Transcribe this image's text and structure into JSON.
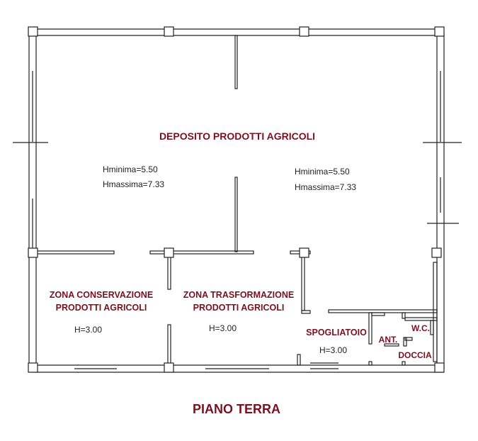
{
  "title": "PIANO TERRA",
  "rooms": {
    "deposito": {
      "name": "DEPOSITO PRODOTTI AGRICOLI",
      "left": {
        "hmin": "Hminima=5.50",
        "hmax": "Hmassima=7.33"
      },
      "right": {
        "hmin": "Hminima=5.50",
        "hmax": "Hmassima=7.33"
      }
    },
    "conservazione": {
      "line1": "ZONA CONSERVAZIONE",
      "line2": "PRODOTTI AGRICOLI",
      "height": "H=3.00"
    },
    "trasformazione": {
      "line1": "ZONA TRASFORMAZIONE",
      "line2": "PRODOTTI AGRICOLI",
      "height": "H=3.00"
    },
    "spogliatoio": {
      "name": "SPOGLIATOIO",
      "height": "H=3.00"
    },
    "ant": {
      "name": "ANT."
    },
    "wc": {
      "name": "W.C."
    },
    "doccia": {
      "name": "DOCCIA"
    }
  },
  "colors": {
    "label": "#7a1020",
    "lines": "#222222"
  }
}
